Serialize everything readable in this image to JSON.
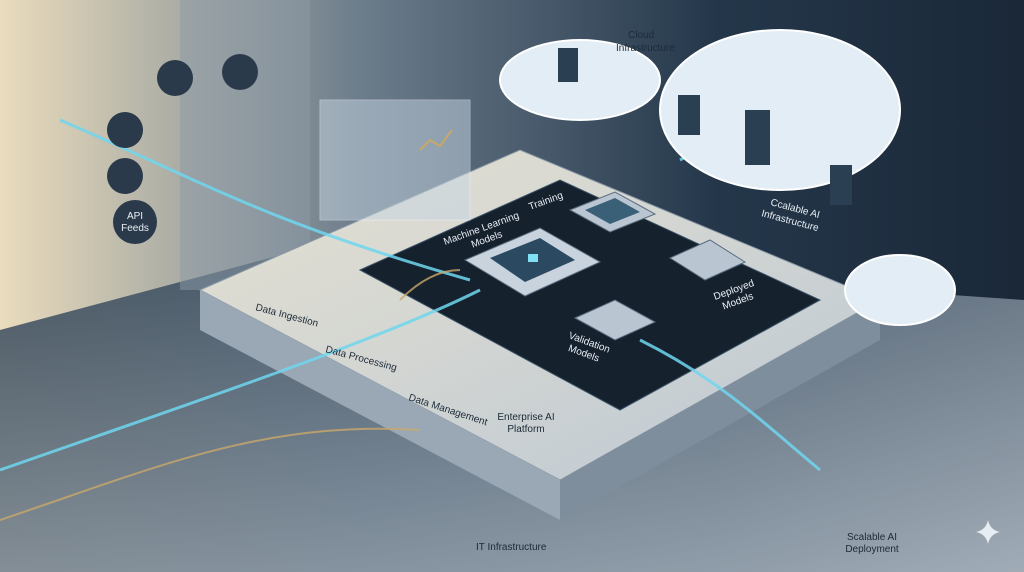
{
  "labels": {
    "api_feeds": [
      "API",
      "Feeds"
    ],
    "cloud_infrastructure": [
      "Cloud",
      "Infrastructure"
    ],
    "scalable_ai_infrastructure": [
      "Ccalable AI",
      "Infrastructure"
    ],
    "machine_learning_models": [
      "Machine Learning",
      "Models"
    ],
    "training": "Training",
    "deployed_models": [
      "Deployed",
      "Models"
    ],
    "validation_models": [
      "Validation",
      "Models"
    ],
    "data_ingestion": "Data Ingestion",
    "data_processing": "Data Processing",
    "data_management": "Data Management",
    "enterprise_ai_platform": [
      "Enterprise AI",
      "Platform"
    ],
    "it_infrastructure": "IT Infrastructure",
    "scalable_ai_deployment": [
      "Scalable AI",
      "Deployment"
    ]
  },
  "colors": {
    "background_dark": "#1a2736",
    "background_light": "#e9dcc0",
    "platform": "#d4dde6",
    "board": "#16212e",
    "stream": "#6fd6ee",
    "accent_gold": "#c9a76a",
    "cloud": "#e3edf5"
  },
  "icons": [
    "network-icon",
    "dashboard-icon",
    "database-icon",
    "hub-icon",
    "server-icon",
    "cloud-icon",
    "chip-icon",
    "sparkle-icon"
  ]
}
